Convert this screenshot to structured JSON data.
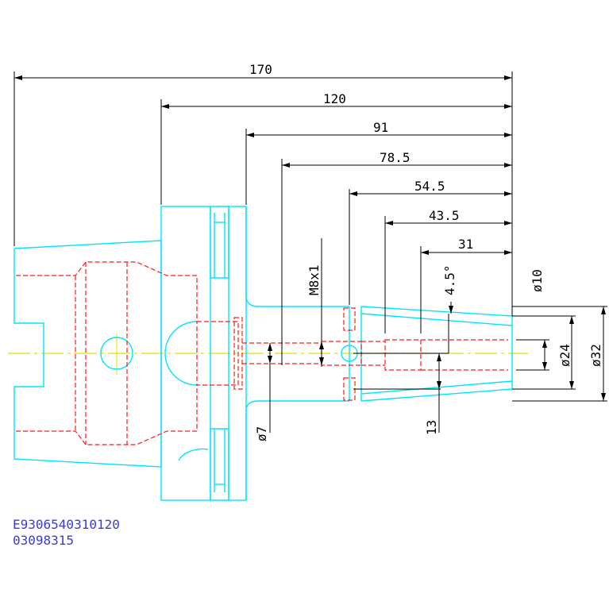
{
  "drawing": {
    "dimensions": {
      "d170": "170",
      "d120": "120",
      "d91": "91",
      "d78_5": "78.5",
      "d54_5": "54.5",
      "d43_5": "43.5",
      "d31": "31",
      "thread": "M8x1",
      "angle": "4.5°",
      "dia10": "ø10",
      "dia24": "ø24",
      "dia32": "ø32",
      "dia7": "ø7",
      "d13": "13"
    },
    "colors": {
      "outline": "#00e5ff",
      "hidden": "#ff1a1a",
      "centerline": "#e0e000",
      "dimension": "#000000",
      "code_text": "#3b3bd6"
    }
  },
  "part_code": {
    "line1": "E9306540310120",
    "line2": "03098315"
  }
}
